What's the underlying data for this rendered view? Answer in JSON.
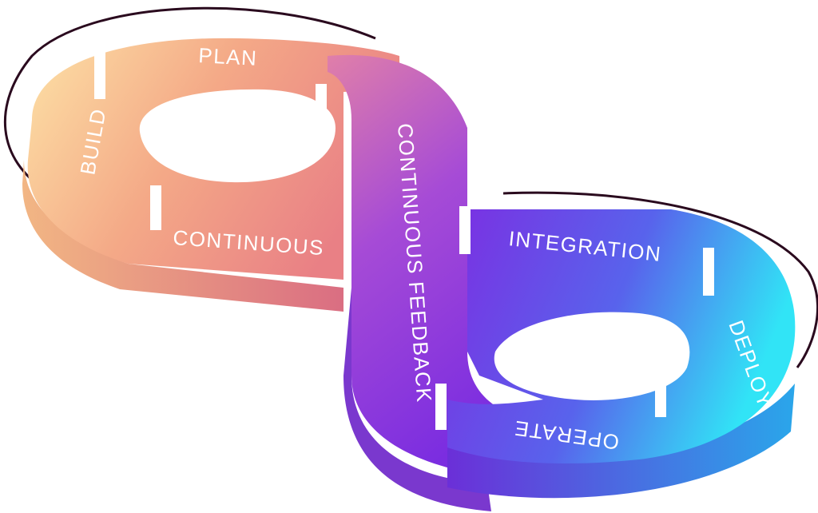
{
  "diagram": {
    "labels": {
      "plan": "PLAN",
      "build": "BUILD",
      "continuous": "CONTINUOUS",
      "feedback": "CONTINUOUS FEEDBACK",
      "integration": "INTEGRATION",
      "deploy": "DEPLOY",
      "operate": "OPERATE"
    },
    "colors": {
      "left_loop_light": "#fbd19a",
      "left_loop_mid": "#f19a85",
      "left_loop_dark": "#e87f82",
      "center_pink": "#c76bb3",
      "center_purple": "#8a2be2",
      "right_purple": "#6a35e0",
      "right_blue": "#4b6ff0",
      "right_cyan": "#2fe3f5",
      "outline": "#2a0a1e"
    }
  }
}
